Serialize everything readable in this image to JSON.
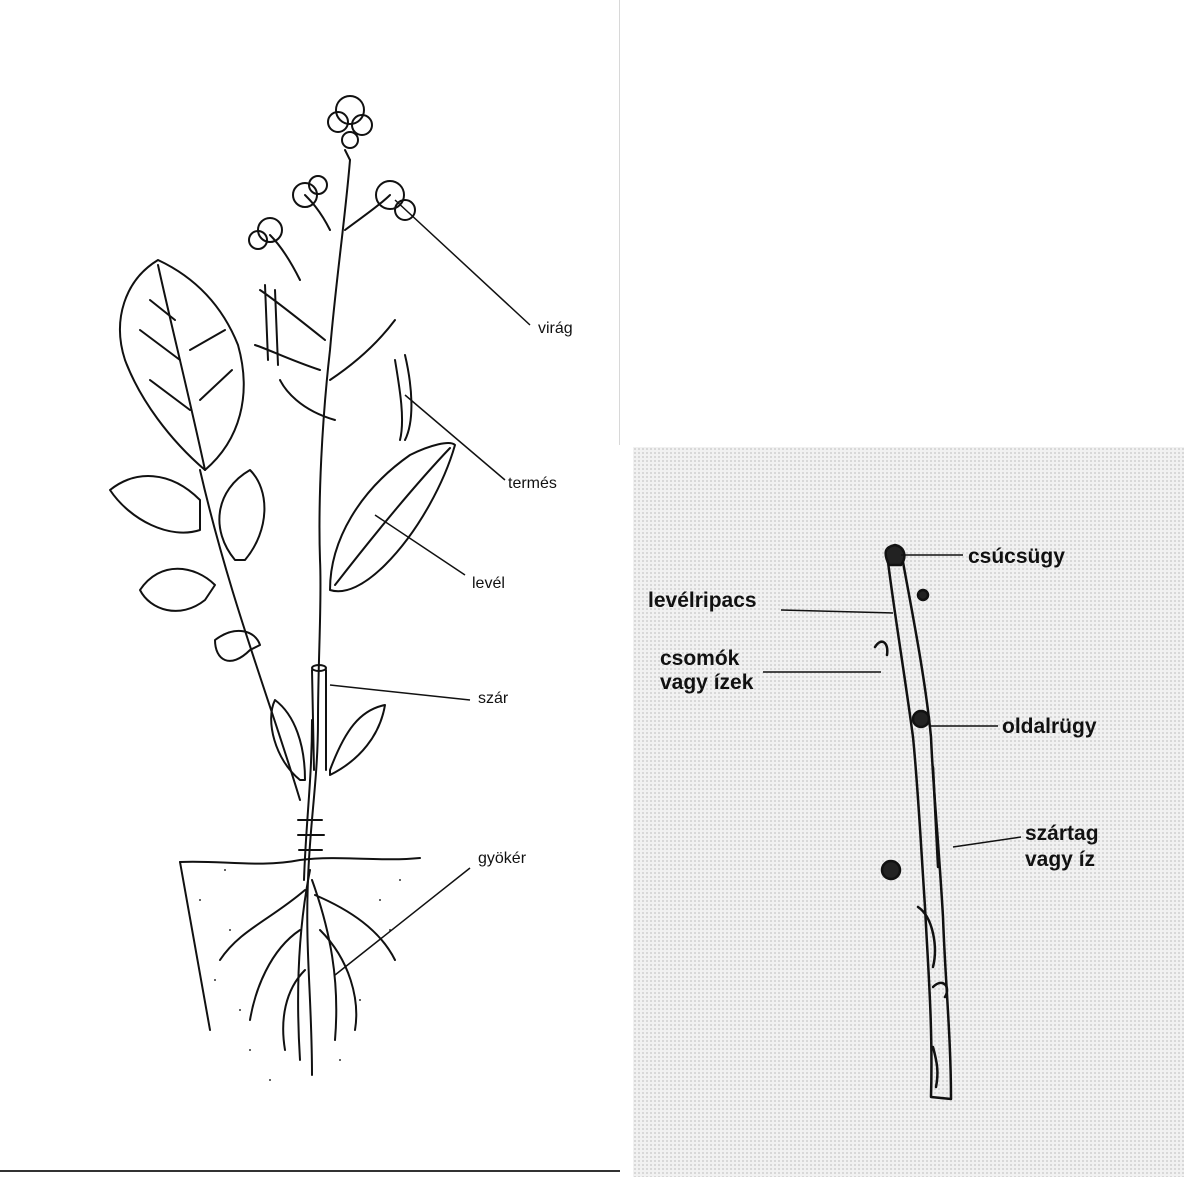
{
  "plant": {
    "labels": {
      "flower": "virág",
      "fruit": "termés",
      "leaf": "levél",
      "stem": "szár",
      "root": "gyökér"
    }
  },
  "shoot": {
    "labels": {
      "apical_bud": "csúcsügy",
      "leaf_scar": "levélripacs",
      "node_line1": "csomók",
      "node_line2": "vagy ízek",
      "lateral_bud": "oldalrügy",
      "internode_line1": "szártag",
      "internode_line2": "vagy íz"
    }
  }
}
